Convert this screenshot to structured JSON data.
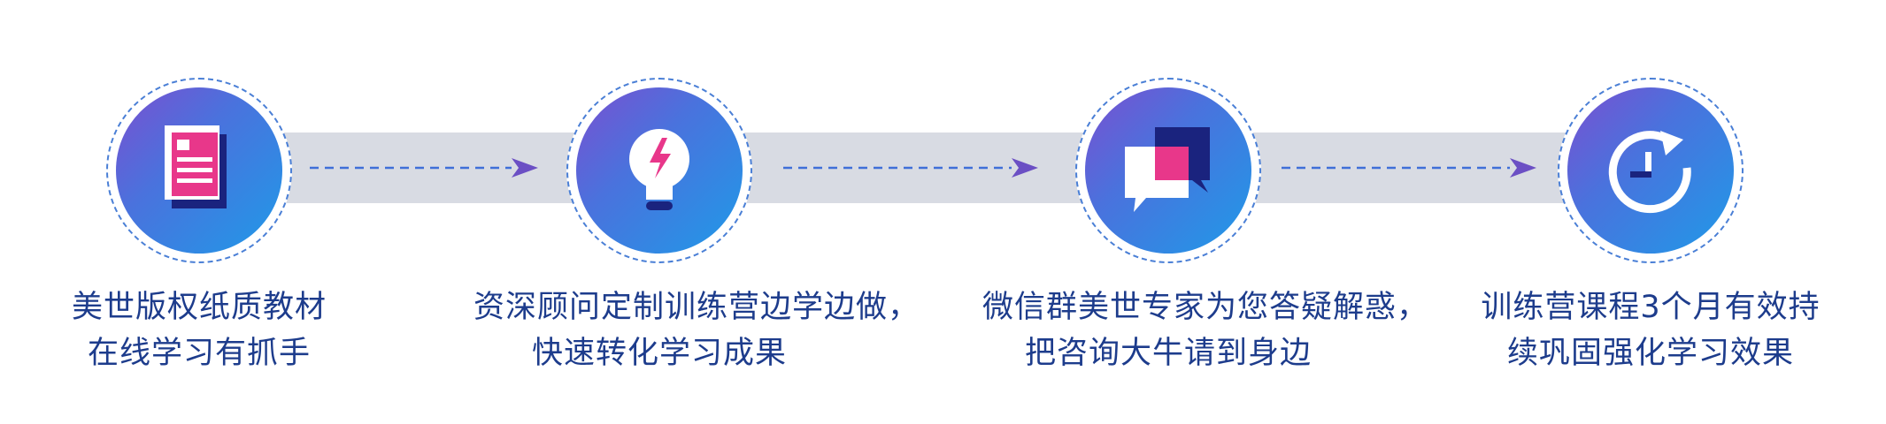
{
  "steps": [
    {
      "icon": "document-icon",
      "line1": "美世版权纸质教材",
      "line2": "在线学习有抓手"
    },
    {
      "icon": "lightbulb-icon",
      "line1": "资深顾问定制训练营边学边做，",
      "line2": "快速转化学习成果"
    },
    {
      "icon": "chat-bubbles-icon",
      "line1": "微信群美世专家为您答疑解惑，",
      "line2": "把咨询大牛请到身边"
    },
    {
      "icon": "refresh-clock-icon",
      "line1": "训练营课程3个月有效持",
      "line2": "续巩固强化学习效果"
    }
  ],
  "colors": {
    "text": "#1d3c8c",
    "gradient_start": "#7b4fd0",
    "gradient_end": "#1f9ae8",
    "accent_pink": "#e8378a",
    "dark_navy": "#1a237e",
    "track": "#d8dbe3",
    "arrow": "#6b4fc4"
  }
}
